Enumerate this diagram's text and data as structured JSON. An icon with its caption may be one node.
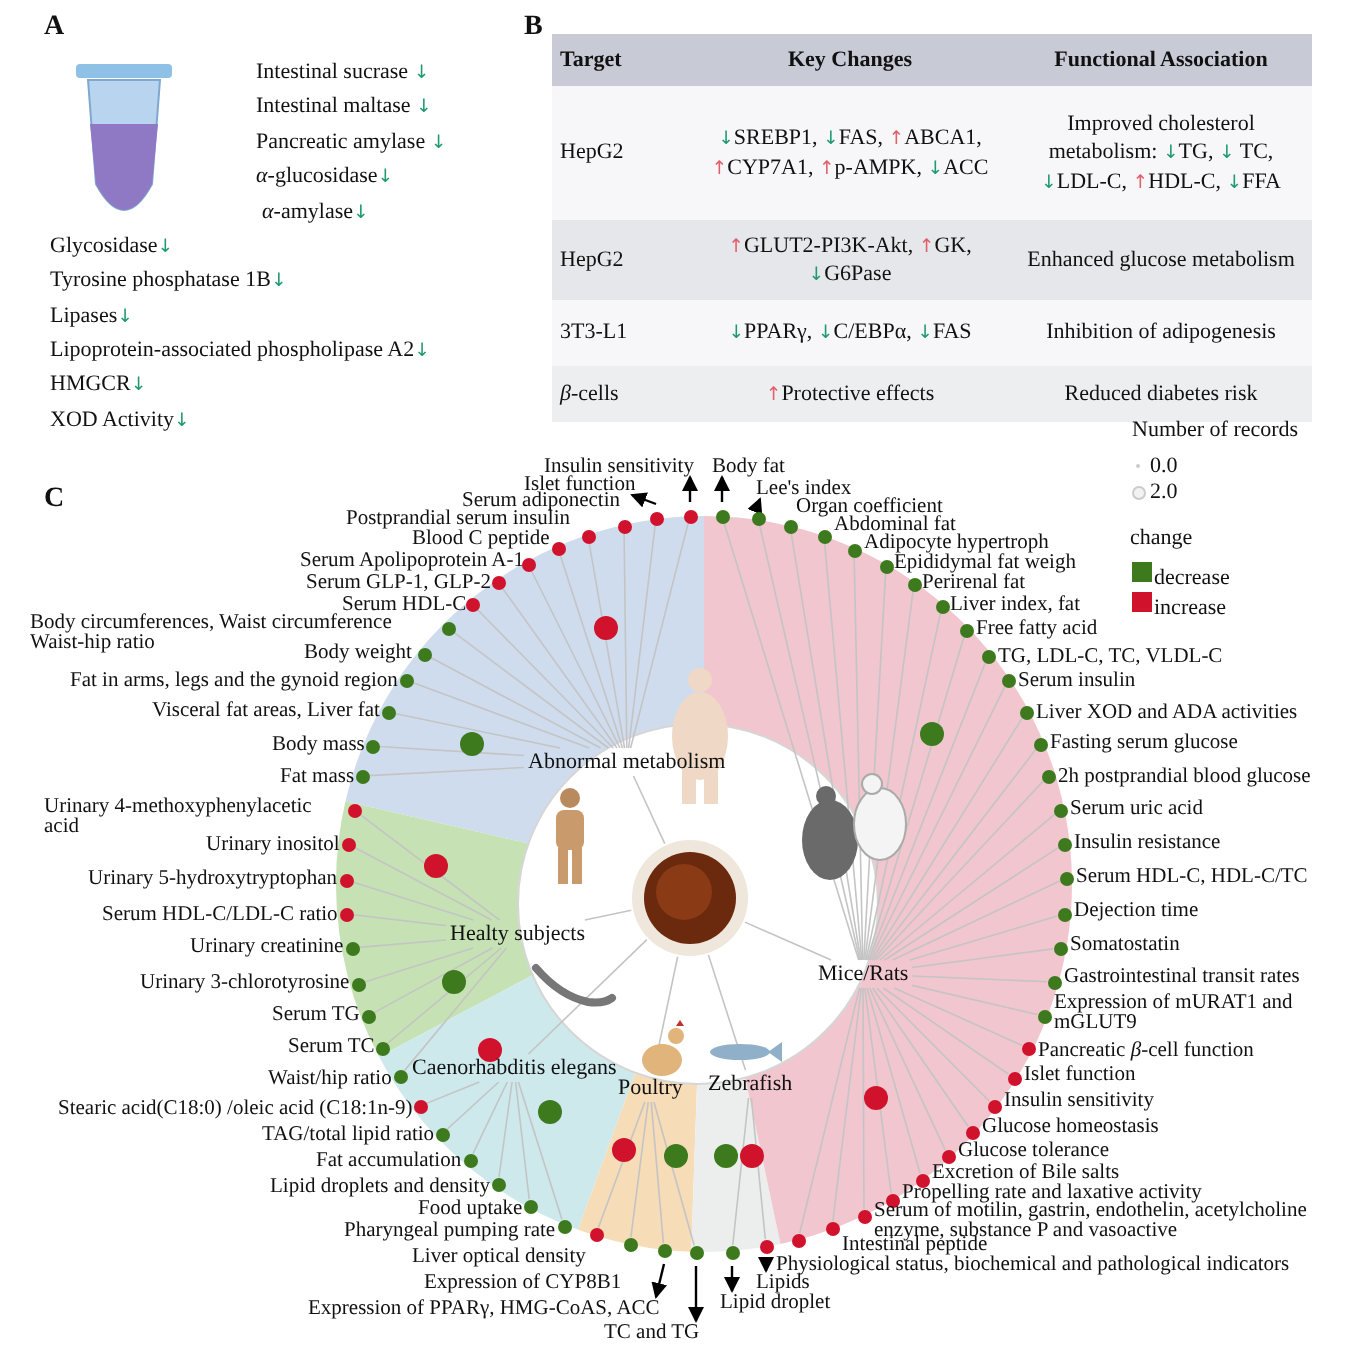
{
  "diagram": {
    "nodes": [
      {
        "text": [],
        "shape": "picture"
      },
      {
        "text": [
          "Abnormal metabolism"
        ]
      },
      {
        "text": [
          "Healty subjects"
        ]
      },
      {
        "text": [
          "Caenorhabditis elegans"
        ]
      },
      {
        "text": [
          "Poultry"
        ]
      },
      {
        "text": [
          "Zebrafish"
        ]
      },
      {
        "text": [
          "Mice/Rats"
        ]
      },
      {
        "text": [
          "Insulin sensitivity"
        ]
      },
      {
        "text": [
          "Islet function"
        ]
      },
      {
        "text": [
          "Serum adiponectin"
        ]
      },
      {
        "text": [
          "Postprandial serum insulin"
        ]
      },
      {
        "text": [
          "Blood C peptide"
        ]
      },
      {
        "text": [
          "Serum Apolipoprotein A-1"
        ]
      },
      {
        "text": [
          "Serum GLP-1, GLP-2"
        ]
      },
      {
        "text": [
          "Serum HDL-C"
        ]
      },
      {
        "text": [
          "Body circumferences, Waist circumference Waist-hip ratio"
        ]
      },
      {
        "text": [
          "Body weight"
        ]
      },
      {
        "text": [
          "Fat in arms, legs and the gynoid region"
        ]
      },
      {
        "text": [
          "Visceral fat areas, Liver fat"
        ]
      },
      {
        "text": [
          "Body mass"
        ]
      },
      {
        "text": [
          "Fat mass"
        ]
      },
      {
        "text": [
          "Urinary 4-methoxyphenylacetic acid"
        ]
      },
      {
        "text": [
          "Urinary inositol"
        ]
      },
      {
        "text": [
          "Urinary 5-hydroxytryptophan"
        ]
      },
      {
        "text": [
          "Serum HDL-C/LDL-C ratio"
        ]
      },
      {
        "text": [
          "Urinary creatinine"
        ]
      },
      {
        "text": [
          "Urinary 3-chlorotyrosine"
        ]
      },
      {
        "text": [
          "Serum TG"
        ]
      },
      {
        "text": [
          "Serum TC"
        ]
      },
      {
        "text": [
          "Waist/hip ratio"
        ]
      },
      {
        "text": [
          "Stearic acid(C18:0) /oleic acid (C18:1n-9)"
        ]
      },
      {
        "text": [
          "TAG/total lipid ratio"
        ]
      },
      {
        "text": [
          "Fat accumulation"
        ]
      },
      {
        "text": [
          "Lipid droplets and density"
        ]
      },
      {
        "text": [
          "Food uptake"
        ]
      },
      {
        "text": [
          "Pharyngeal pumping rate"
        ]
      },
      {
        "text": [
          "Liver optical density"
        ]
      },
      {
        "text": [
          "Expression of CYP8B1"
        ]
      },
      {
        "text": [
          "Expression of PPARγ, HMG-CoAS, ACC"
        ]
      },
      {
        "text": [
          "TC and TG"
        ]
      },
      {
        "text": [
          "Lipid droplet"
        ]
      },
      {
        "text": [
          "Lipids"
        ]
      },
      {
        "text": [
          "Body fat"
        ]
      },
      {
        "text": [
          "Lee's index"
        ]
      },
      {
        "text": [
          "Organ coefficient"
        ]
      },
      {
        "text": [
          "Abdominal fat"
        ]
      },
      {
        "text": [
          "Adipocyte hypertroph"
        ]
      },
      {
        "text": [
          "Epididymal fat weigh"
        ]
      },
      {
        "text": [
          "Perirenal fat"
        ]
      },
      {
        "text": [
          "Liver index, fat"
        ]
      },
      {
        "text": [
          "Free fatty acid"
        ]
      },
      {
        "text": [
          "TG, LDL-C, TC, VLDL-C"
        ]
      },
      {
        "text": [
          "Serum insulin"
        ]
      },
      {
        "text": [
          "Liver XOD and ADA activities"
        ]
      },
      {
        "text": [
          "Fasting serum glucose"
        ]
      },
      {
        "text": [
          "2h postprandial blood glucose"
        ]
      },
      {
        "text": [
          "Serum uric acid"
        ]
      },
      {
        "text": [
          "Insulin resistance"
        ]
      },
      {
        "text": [
          "Serum HDL-C, HDL-C/TC"
        ]
      },
      {
        "text": [
          "Dejection time"
        ]
      },
      {
        "text": [
          "Somatostatin"
        ]
      },
      {
        "text": [
          "Gastrointestinal transit rates"
        ]
      },
      {
        "text": [
          "Expression of mURAT1 and mGLUT9"
        ]
      },
      {
        "text": [
          "Pancreatic *β*-cell function"
        ]
      },
      {
        "text": [
          "Islet function"
        ]
      },
      {
        "text": [
          "Insulin sensitivity"
        ]
      },
      {
        "text": [
          "Glucose homeostasis"
        ]
      },
      {
        "text": [
          "Glucose tolerance"
        ]
      },
      {
        "text": [
          "Excretion of Bile salts"
        ]
      },
      {
        "text": [
          "Propelling rate and laxative activity"
        ]
      },
      {
        "text": [
          "Serum of motilin, gastrin, endothelin, acetylcholine enzyme, substance P and vasoactive"
        ]
      },
      {
        "text": [
          "Intestinal peptide"
        ]
      },
      {
        "text": [
          "Physiological status, biochemical and pathological indicators"
        ]
      }
    ],
    "edges": [
      {
        "from": 0,
        "to": 1,
        "arrow": "none"
      },
      {
        "from": 0,
        "to": 2,
        "arrow": "none"
      },
      {
        "from": 0,
        "to": 3,
        "arrow": "none"
      },
      {
        "from": 0,
        "to": 4,
        "arrow": "none"
      },
      {
        "from": 0,
        "to": 5,
        "arrow": "none"
      },
      {
        "from": 0,
        "to": 6,
        "arrow": "none"
      },
      {
        "from": 1,
        "to": 7,
        "arrow": "none"
      },
      {
        "from": 1,
        "to": 8,
        "arrow": "none"
      },
      {
        "from": 1,
        "to": 9,
        "arrow": "none"
      },
      {
        "from": 1,
        "to": 10,
        "arrow": "none"
      },
      {
        "from": 1,
        "to": 11,
        "arrow": "none"
      },
      {
        "from": 1,
        "to": 12,
        "arrow": "none"
      },
      {
        "from": 1,
        "to": 13,
        "arrow": "none"
      },
      {
        "from": 1,
        "to": 14,
        "arrow": "none"
      },
      {
        "from": 1,
        "to": 15,
        "arrow": "none"
      },
      {
        "from": 1,
        "to": 16,
        "arrow": "none"
      },
      {
        "from": 1,
        "to": 17,
        "arrow": "none"
      },
      {
        "from": 1,
        "to": 18,
        "arrow": "none"
      },
      {
        "from": 1,
        "to": 19,
        "arrow": "none"
      },
      {
        "from": 1,
        "to": 20,
        "arrow": "none"
      },
      {
        "from": 2,
        "to": 21,
        "arrow": "none"
      },
      {
        "from": 2,
        "to": 22,
        "arrow": "none"
      },
      {
        "from": 2,
        "to": 23,
        "arrow": "none"
      },
      {
        "from": 2,
        "to": 24,
        "arrow": "none"
      },
      {
        "from": 2,
        "to": 25,
        "arrow": "none"
      },
      {
        "from": 2,
        "to": 26,
        "arrow": "none"
      },
      {
        "from": 2,
        "to": 27,
        "arrow": "none"
      },
      {
        "from": 2,
        "to": 28,
        "arrow": "none"
      },
      {
        "from": 2,
        "to": 29,
        "arrow": "none"
      },
      {
        "from": 3,
        "to": 30,
        "arrow": "none"
      },
      {
        "from": 3,
        "to": 31,
        "arrow": "none"
      },
      {
        "from": 3,
        "to": 32,
        "arrow": "none"
      },
      {
        "from": 3,
        "to": 33,
        "arrow": "none"
      },
      {
        "from": 3,
        "to": 34,
        "arrow": "none"
      },
      {
        "from": 3,
        "to": 35,
        "arrow": "none"
      },
      {
        "from": 4,
        "to": 36,
        "arrow": "none"
      },
      {
        "from": 4,
        "to": 37,
        "arrow": "none"
      },
      {
        "from": 4,
        "to": 38,
        "arrow": "none"
      },
      {
        "from": 4,
        "to": 39,
        "arrow": "none"
      },
      {
        "from": 5,
        "to": 40,
        "arrow": "none"
      },
      {
        "from": 5,
        "to": 41,
        "arrow": "none"
      },
      {
        "from": 6,
        "to": 42,
        "arrow": "none"
      },
      {
        "from": 6,
        "to": 43,
        "arrow": "none"
      },
      {
        "from": 6,
        "to": 44,
        "arrow": "none"
      },
      {
        "from": 6,
        "to": 45,
        "arrow": "none"
      },
      {
        "from": 6,
        "to": 46,
        "arrow": "none"
      },
      {
        "from": 6,
        "to": 47,
        "arrow": "none"
      },
      {
        "from": 6,
        "to": 48,
        "arrow": "none"
      },
      {
        "from": 6,
        "to": 49,
        "arrow": "none"
      },
      {
        "from": 6,
        "to": 50,
        "arrow": "none"
      },
      {
        "from": 6,
        "to": 51,
        "arrow": "none"
      },
      {
        "from": 6,
        "to": 52,
        "arrow": "none"
      },
      {
        "from": 6,
        "to": 53,
        "arrow": "none"
      },
      {
        "from": 6,
        "to": 54,
        "arrow": "none"
      },
      {
        "from": 6,
        "to": 55,
        "arrow": "none"
      },
      {
        "from": 6,
        "to": 56,
        "arrow": "none"
      },
      {
        "from": 6,
        "to": 57,
        "arrow": "none"
      },
      {
        "from": 6,
        "to": 58,
        "arrow": "none"
      },
      {
        "from": 6,
        "to": 59,
        "arrow": "none"
      },
      {
        "from": 6,
        "to": 60,
        "arrow": "none"
      },
      {
        "from": 6,
        "to": 61,
        "arrow": "none"
      },
      {
        "from": 6,
        "to": 62,
        "arrow": "none"
      },
      {
        "from": 6,
        "to": 63,
        "arrow": "none"
      },
      {
        "from": 6,
        "to": 64,
        "arrow": "none"
      },
      {
        "from": 6,
        "to": 65,
        "arrow": "none"
      },
      {
        "from": 6,
        "to": 66,
        "arrow": "none"
      },
      {
        "from": 6,
        "to": 67,
        "arrow": "none"
      },
      {
        "from": 6,
        "to": 68,
        "arrow": "none"
      },
      {
        "from": 6,
        "to": 69,
        "arrow": "none"
      },
      {
        "from": 6,
        "to": 70,
        "arrow": "none"
      },
      {
        "from": 6,
        "to": 71,
        "arrow": "none"
      },
      {
        "from": 6,
        "to": 72,
        "arrow": "none"
      },
      {
        "from": null,
        "to": 7,
        "arrow": "to",
        "color": "#000000"
      },
      {
        "from": null,
        "to": 8,
        "arrow": "to",
        "color": "#000000"
      },
      {
        "from": null,
        "to": 42,
        "arrow": "to",
        "color": "#000000"
      },
      {
        "from": null,
        "to": 43,
        "arrow": "to",
        "color": "#000000"
      },
      {
        "from": null,
        "to": 38,
        "arrow": "to",
        "color": "#000000"
      },
      {
        "from": null,
        "to": 39,
        "arrow": "to",
        "color": "#000000"
      },
      {
        "from": null,
        "to": 40,
        "arrow": "to",
        "color": "#000000"
      },
      {
        "from": null,
        "to": 41,
        "arrow": "to",
        "color": "#000000"
      }
    ],
    "labels": [
      "A",
      "Intestinal sucrase ↓",
      "Intestinal maltase ↓",
      "Pancreatic amylase ↓",
      "*α*-glucosidase↓",
      "*α*-amylase↓",
      "Glycosidase↓",
      "Tyrosine phosphatase 1B↓",
      "Lipases↓",
      "Lipoprotein-associated phospholipase A2↓",
      "HMGCR↓",
      "XOD Activity↓",
      "B",
      "Target",
      "Key Changes",
      "Functional Association",
      "HepG2",
      "↓SREBP1, ↓FAS, ↑ABCA1, ↑CYP7A1, ↑p-AMPK, ↓ACC",
      "Improved cholesterol metabolism: ↓TG, ↓ TC, ↓LDL-C, ↑HDL-C, ↓FFA",
      "HepG2",
      "↑GLUT2-PI3K-Akt, ↑GK, ↓G6Pase",
      "Enhanced glucose metabolism",
      "3T3-L1",
      "↓PPARγ, ↓C/EBPα, ↓FAS",
      "Inhibition of adipogenesis",
      "*β*-cells",
      "↑Protective effects",
      "Reduced diabetes risk",
      "Number of records",
      "change",
      "C"
    ],
    "legend": [
      {
        "text": "0.0"
      },
      {
        "text": "2.0"
      },
      {
        "text": "decrease",
        "color": "#3d7a1e"
      },
      {
        "text": "increase",
        "color": "#d0122c"
      }
    ]
  }
}
